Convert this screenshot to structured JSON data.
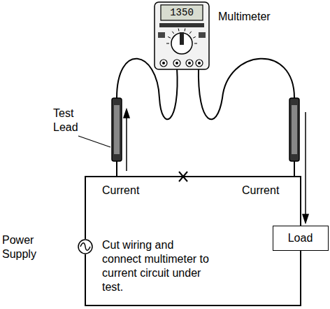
{
  "diagram": {
    "nodes": [
      {
        "text": [
          "1350",
          "Multimeter"
        ]
      },
      {
        "text": [
          "Power Supply"
        ]
      },
      {
        "text": [
          "Load"
        ]
      }
    ],
    "edges": [
      {
        "from": 1,
        "to": 2,
        "arrow": "none"
      },
      {
        "from": 2,
        "to": 1,
        "arrow": "none"
      }
    ],
    "labels": [
      "Test Lead",
      "Current",
      "Current",
      "Cut wiring and connect multimeter to current circuit under test."
    ]
  }
}
